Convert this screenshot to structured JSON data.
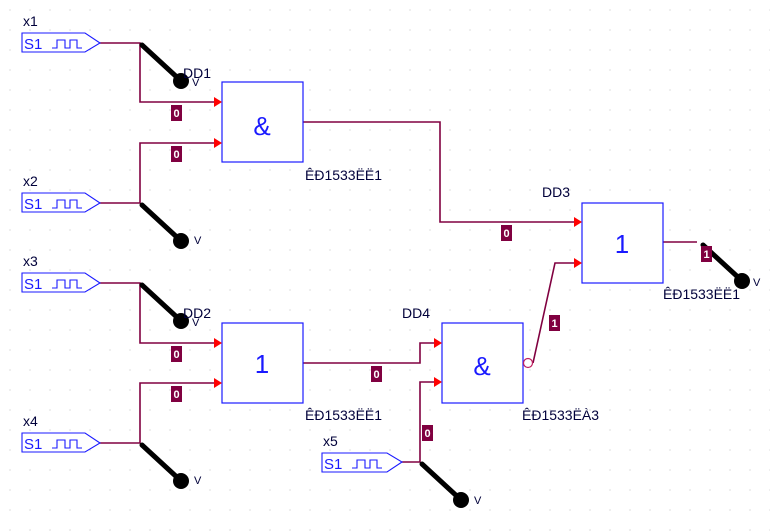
{
  "sources": [
    {
      "name": "x1",
      "label": "S1"
    },
    {
      "name": "x2",
      "label": "S1"
    },
    {
      "name": "x3",
      "label": "S1"
    },
    {
      "name": "x4",
      "label": "S1"
    },
    {
      "name": "x5",
      "label": "S1"
    }
  ],
  "gates": [
    {
      "ref": "DD1",
      "symbol": "&",
      "part": "ÊÐ1533ËË1"
    },
    {
      "ref": "DD2",
      "symbol": "1",
      "part": "ÊÐ1533ËË1"
    },
    {
      "ref": "DD3",
      "symbol": "1",
      "part": "ÊÐ1533ËË1"
    },
    {
      "ref": "DD4",
      "symbol": "&",
      "part": "ÊÐ1533ËÀ3"
    }
  ],
  "probe_label": "V",
  "logic_levels": {
    "dd1_in1": "0",
    "dd1_in2": "0",
    "dd2_in1": "0",
    "dd2_in2": "0",
    "dd1_out": "0",
    "dd2_out": "0",
    "dd4_out": "1",
    "dd4_in2": "0",
    "dd3_out": "1"
  }
}
